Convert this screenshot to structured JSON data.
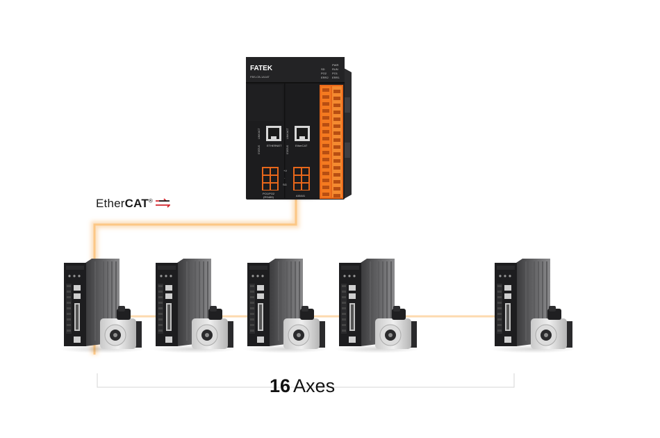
{
  "plc": {
    "brand": "FATEK",
    "model": "FBS-CB-1A1AT",
    "leds_left": [
      "SD",
      "PO2",
      "ERR2"
    ],
    "leds_right": [
      "PWR",
      "RUN",
      "PO1",
      "ERR1"
    ],
    "port_eth": "ETHERNET",
    "port_ecat": "EtherCAT",
    "link_left": "LINK/ACT",
    "link_right": "LINK/ACT",
    "status_left": "STATUS",
    "status_right": "STATUS",
    "pin_plus": "+V",
    "pin_minus": "-",
    "pin_sg": "SG",
    "term_left": "PO1/PO2",
    "term_left2": "(RS485)",
    "term_right": "AI0/AI1"
  },
  "ethercat_logo": {
    "ether": "Ether",
    "cat": "CAT",
    "reg": "®"
  },
  "caption": {
    "number": "16",
    "word": "Axes"
  },
  "drive_count": 5,
  "colors": {
    "cable": "#f7a341",
    "orange": "#f47a20",
    "dark": "#1c1c1e",
    "ecat_red": "#d2232a"
  }
}
